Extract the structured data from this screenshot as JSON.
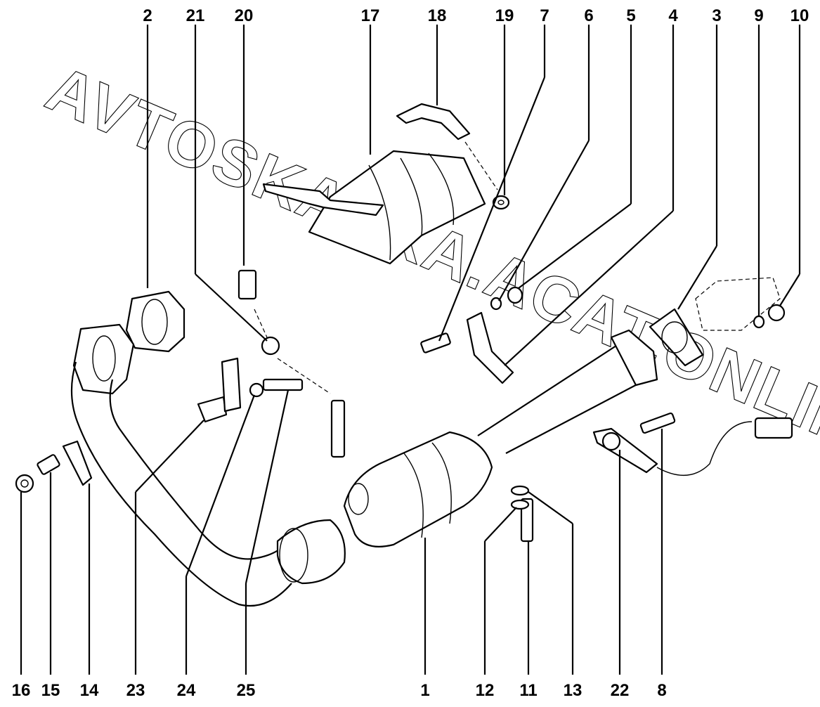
{
  "watermark": "AVTOSKAZKA.ACAT.ONLINE",
  "labels": {
    "top": [
      "2",
      "21",
      "20",
      "17",
      "18",
      "19",
      "7",
      "6",
      "5",
      "4",
      "3",
      "9",
      "10"
    ],
    "bottom": [
      "16",
      "15",
      "14",
      "23",
      "24",
      "25",
      "1",
      "12",
      "11",
      "13",
      "22",
      "8"
    ]
  }
}
